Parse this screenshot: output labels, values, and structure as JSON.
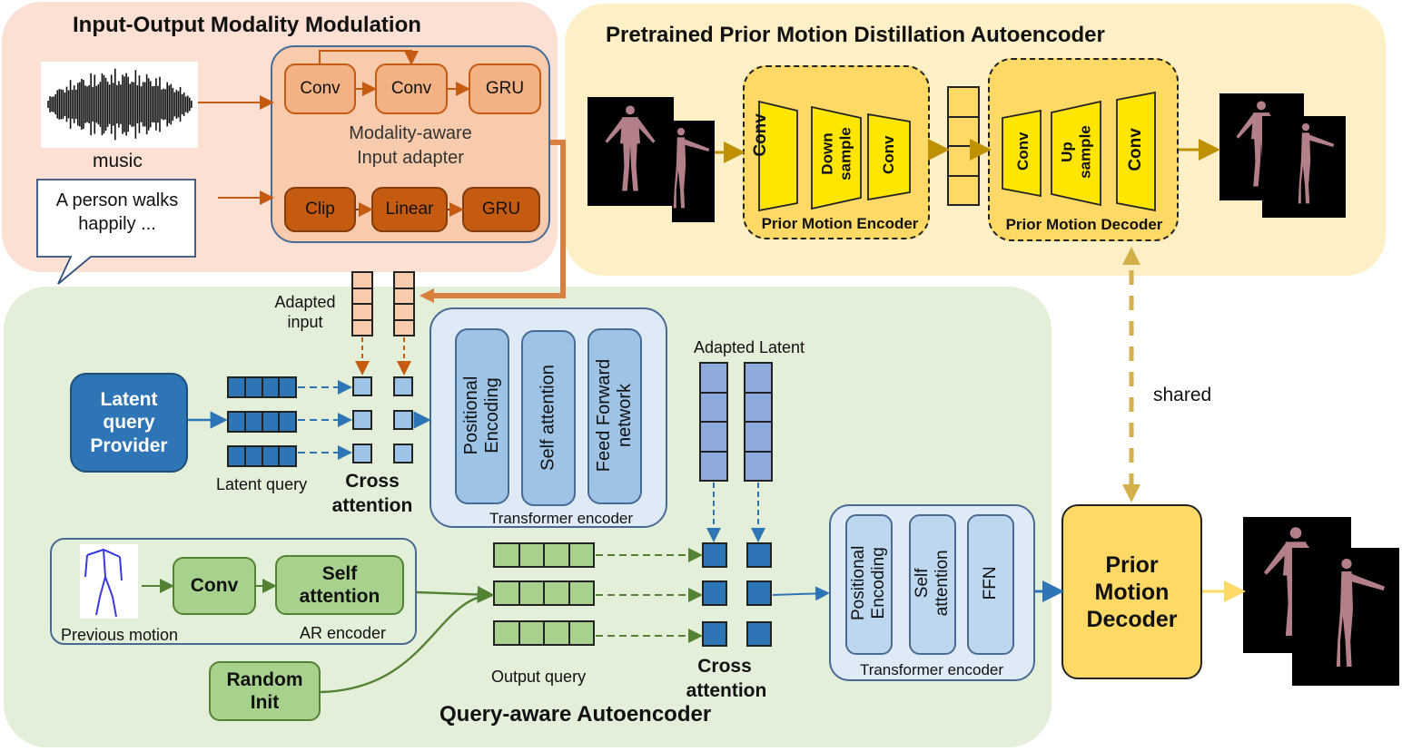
{
  "sections": {
    "modality": "Input-Output Modality Modulation",
    "distill": "Pretrained Prior Motion Distillation Autoencoder",
    "query_ae": "Query-aware Autoencoder"
  },
  "modality": {
    "music_label": "music",
    "text_prompt_line1": "A person walks",
    "text_prompt_line2": "happily ...",
    "conv1": "Conv",
    "conv2": "Conv",
    "gru1": "GRU",
    "adapter_line1": "Modality-aware",
    "adapter_line2": "Input adapter",
    "clip": "Clip",
    "linear": "Linear",
    "gru2": "GRU"
  },
  "distill": {
    "enc_conv1": "Conv",
    "enc_down_line1": "Down",
    "enc_down_line2": "sample",
    "enc_conv2": "Conv",
    "encoder_label": "Prior Motion Encoder",
    "dec_conv1": "Conv",
    "dec_up_line1": "Up",
    "dec_up_line2": "sample",
    "dec_conv2": "Conv",
    "decoder_label": "Prior Motion Decoder"
  },
  "query": {
    "adapted_input_line1": "Adapted",
    "adapted_input_line2": "input",
    "latent_provider_line1": "Latent",
    "latent_provider_line2": "query",
    "latent_provider_line3": "Provider",
    "latent_query_label": "Latent query",
    "cross_attention_1_line1": "Cross",
    "cross_attention_1_line2": "attention",
    "tenc1_pos_line1": "Positional",
    "tenc1_pos_line2": "Encoding",
    "tenc1_self": "Self attention",
    "tenc1_ff_line1": "Feed Forward",
    "tenc1_ff_line2": "network",
    "tenc1_label": "Transformer encoder",
    "adapted_latent_label": "Adapted Latent",
    "prev_motion_label": "Previous motion",
    "ar_conv": "Conv",
    "ar_self_line1": "Self",
    "ar_self_line2": "attention",
    "ar_encoder_label": "AR encoder",
    "random_init_line1": "Random",
    "random_init_line2": "Init",
    "output_query_label": "Output query",
    "cross_attention_2_line1": "Cross",
    "cross_attention_2_line2": "attention",
    "tenc2_pos_line1": "Positional",
    "tenc2_pos_line2": "Encoding",
    "tenc2_self_line1": "Self",
    "tenc2_self_line2": "attention",
    "tenc2_ffn": "FFN",
    "tenc2_label": "Transformer encoder",
    "shared_label": "shared",
    "decoder_line1": "Prior",
    "decoder_line2": "Motion",
    "decoder_line3": "Decoder"
  },
  "colors": {
    "modality_bg": "#fbe0d3",
    "distill_bg": "#fdefc6",
    "query_bg": "#e3efd9",
    "orange_light": "#f4b183",
    "orange_dark": "#c55a11",
    "blue_dark": "#2e75b6",
    "blue_light": "#9dc3e6",
    "green": "#a9d18e",
    "yellow": "#ffd966",
    "gold": "#ffe600"
  }
}
